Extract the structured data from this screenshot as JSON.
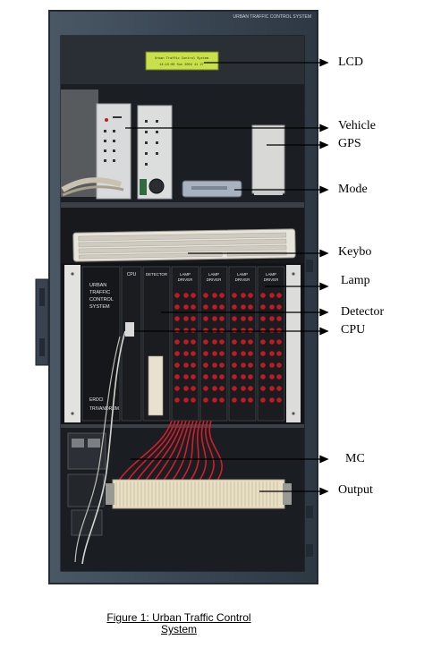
{
  "cabinet": {
    "header_label": "URBAN TRAFFIC CONTROL SYSTEM",
    "lcd_text_line1": "Urban Traffic Control System",
    "lcd_text_line2": "14:15:00  Sun 2004 11 27",
    "panel_title": "URBAN TRAFFIC CONTROL SYSTEM",
    "panel_brand": "ERDCI TRIVANDRUM",
    "cpu_label": "CPU",
    "detector_label": "DETECTOR",
    "lamp_driver_label_line1": "LAMP",
    "lamp_driver_label_line2": "DRIVER"
  },
  "callouts": [
    {
      "id": "lcd",
      "label": "LCD"
    },
    {
      "id": "vehicle",
      "label": "Vehicle"
    },
    {
      "id": "gps",
      "label": "GPS"
    },
    {
      "id": "mode",
      "label": "Mode"
    },
    {
      "id": "keyboard",
      "label": "Keybo"
    },
    {
      "id": "lamp",
      "label": "Lamp"
    },
    {
      "id": "detector",
      "label": "Detector"
    },
    {
      "id": "cpu",
      "label": "CPU"
    },
    {
      "id": "mc",
      "label": "MC"
    },
    {
      "id": "output",
      "label": "Output"
    }
  ],
  "caption": {
    "line1": "Figure 1: Urban Traffic Control",
    "line2": "System"
  },
  "colors": {
    "cabinet_body": "#3d4a57",
    "cabinet_interior": "#1c1f24",
    "led_red": "#c21a22",
    "wire_red": "#d11f2a",
    "terminal_strip": "#e9dfc4"
  }
}
